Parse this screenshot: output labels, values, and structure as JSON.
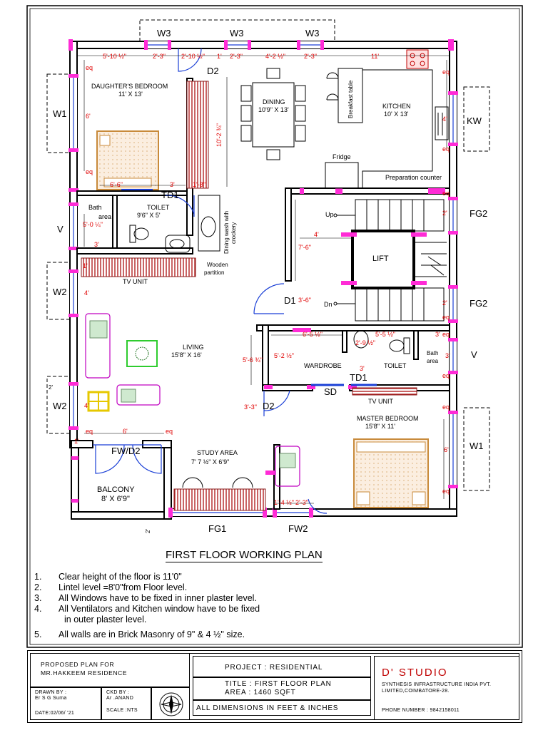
{
  "windows": {
    "w3_a": "W3",
    "w3_b": "W3",
    "w3_c": "W3",
    "w1_left": "W1",
    "w2_left": "W2",
    "v_left": "V",
    "w2_left_low": "W2",
    "kw": "KW",
    "fg2_a": "FG2",
    "fg2_b": "FG2",
    "v_right": "V",
    "w1_right": "W1",
    "fg1": "FG1",
    "fw2": "FW2",
    "fw_d2": "FW/D2"
  },
  "doors": {
    "d2_top": "D2",
    "td1_left": "TD1",
    "d1": "D1",
    "td1_right": "TD1",
    "sd": "SD",
    "d2_low": "D2"
  },
  "rooms": {
    "daughters_bedroom": "DAUGHTER'S BEDROOM",
    "daughters_bedroom_size": "11' X 13'",
    "dining": "DINING",
    "dining_size": "10'9\" X 13'",
    "kitchen": "KITCHEN",
    "kitchen_size": "10' X 13'",
    "breakfast_table": "Breakfast table",
    "fridge": "Fridge",
    "prep_counter": "Preparation counter",
    "bath_area_left": "Bath",
    "bath_area_left2": "area",
    "toilet_left": "TOILET",
    "toilet_left_size": "9'6\" X 5'",
    "dining_wash": "Dining wash with",
    "dining_wash2": "crockery",
    "wooden_partition": "Wooden",
    "wooden_partition2": "partition",
    "tv_unit_left": "TV UNIT",
    "up": "Up",
    "dn": "Dn",
    "lift": "LIFT",
    "living": "LIVING",
    "living_size": "15'8\" X 16'",
    "wardrobe": "WARDROBE",
    "toilet_right": "TOILET",
    "bath_area_right": "Bath",
    "bath_area_right2": "area",
    "tv_unit_right": "TV UNIT",
    "master_bedroom": "MASTER BEDROOM",
    "master_bedroom_size": "15'8\" X 11'",
    "study_area": "STUDY AREA",
    "study_area_size": "7' 7 ½\" X 6'9\"",
    "balcony": "BALCONY",
    "balcony_size": "8' X 6'9\""
  },
  "dims": {
    "top1": "5'-10 ½\"",
    "top2": "2'-3\"",
    "top3": "2'-10 ½\"",
    "top4": "1'",
    "top5": "2'-3\"",
    "top6": "4'-2 ½\"",
    "top7": "2'-3\"",
    "top8": "11'",
    "eq": "eq",
    "six": "6'",
    "four": "4'",
    "three": "3'",
    "two": "2'",
    "one": "1'",
    "d_10_23": "10'-2 ¾\"",
    "d_66": "6'-6\"",
    "d_3": "3'",
    "d_18": "1'-8\"",
    "d_504": "5'-0 ¼\"",
    "d_76": "7'-6\"",
    "d_36": "3'-6\"",
    "d_65": "6'-5 ½\"",
    "d_55": "5'-5 ½\"",
    "d_534": "5'-6 ¾\"",
    "d_52": "5'-2 ½\"",
    "d_33": "3'-3\"",
    "d_142": "1'-4 ½\"",
    "d_23b": "2'-3\"",
    "d_small": "2'-9 ½\""
  },
  "drawing_title": "FIRST FLOOR WORKING PLAN",
  "notes": [
    {
      "n": "1.",
      "text": "Clear height of the floor is 11'0\""
    },
    {
      "n": "2.",
      "text": "Lintel  level =8'0\"from Floor level."
    },
    {
      "n": "3.",
      "text": "All Windows have to be fixed in inner plaster level."
    },
    {
      "n": "4.",
      "text": "All Ventilators and Kitchen window have to be fixed"
    },
    {
      "n": "",
      "text": "in outer plaster level."
    },
    {
      "n": "5.",
      "text": "All walls are in Brick Masonry of 9\" & 4 ½\" size."
    }
  ],
  "title_block": {
    "proposed_plan": "PROPOSED  PLAN FOR",
    "residence": "MR.HAKKEEM RESIDENCE",
    "drawn_by_label": "DRAWN BY :",
    "drawn_by": "Er S G Suma",
    "ckd_by_label": "CKD BY :",
    "ckd_by": "Ar .ANAND",
    "scale": "SCALE :NTS",
    "date": "DATE:02/06/ '21",
    "project": "PROJECT : RESIDENTIAL",
    "title": "TITLE  :  FIRST FLOOR PLAN",
    "area": "AREA  :  1460 SQFT",
    "dimensions_note": "ALL DIMENSIONS IN FEET & INCHES",
    "studio": "D' STUDIO",
    "company1": "SYNTHESIS INFRASTRUCTURE INDIA PVT.",
    "company2": "LIMITED,COIMBATORE-28.",
    "phone": "PHONE  NUMBER  :  9842158011"
  }
}
